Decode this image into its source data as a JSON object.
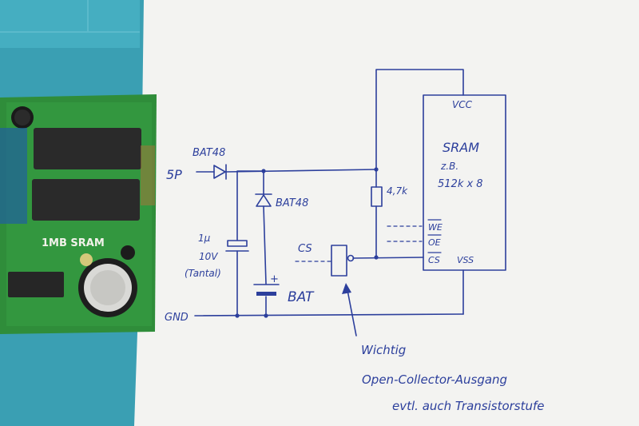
{
  "pcb": {
    "label": "1MB SRAM"
  },
  "schematic": {
    "supply_label": "5P",
    "ground_label": "GND",
    "diode_top_label": "BAT48",
    "diode_vertical_label": "BAT48",
    "cap_value": "1µ",
    "cap_voltage": "10V",
    "cap_type": "(Tantal)",
    "battery_plus": "+",
    "battery_label": "BAT",
    "resistor_label": "4,7k",
    "cs_label": "CS",
    "chip_title": "SRAM",
    "chip_sub1": "z.B.",
    "chip_sub2": "512k x 8",
    "pin_vcc": "VCC",
    "pin_we": "WE",
    "pin_oe": "OE",
    "pin_cs": "CS",
    "pin_vss": "VSS",
    "note_line1": "Wichtig",
    "note_line2": "Open-Collector-Ausgang",
    "note_line3": "evtl. auch Transistorstufe"
  }
}
